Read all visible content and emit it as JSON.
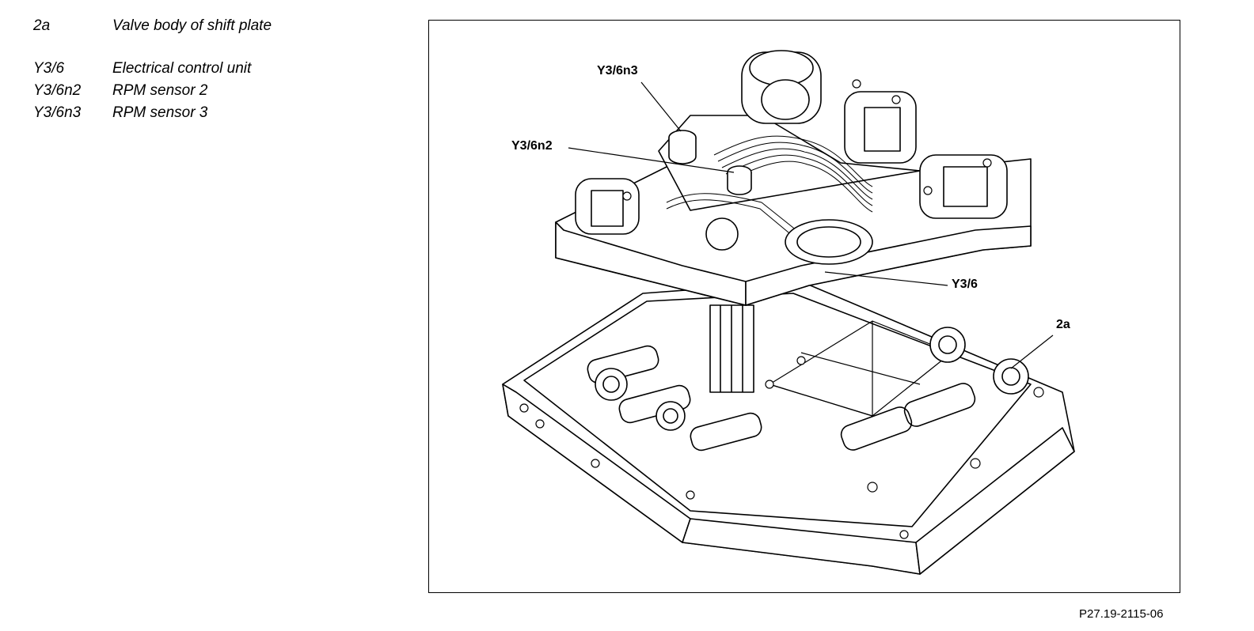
{
  "legend": {
    "items": [
      {
        "code": "2a",
        "desc": "Valve body of shift plate"
      },
      {
        "code": "Y3/6",
        "desc": "Electrical control unit"
      },
      {
        "code": "Y3/6n2",
        "desc": "RPM sensor 2"
      },
      {
        "code": "Y3/6n3",
        "desc": "RPM sensor 3"
      }
    ]
  },
  "callouts": {
    "y3_6n3": "Y3/6n3",
    "y3_6n2": "Y3/6n2",
    "y3_6": "Y3/6",
    "two_a": "2a"
  },
  "figure_ref": "P27.19-2115-06"
}
